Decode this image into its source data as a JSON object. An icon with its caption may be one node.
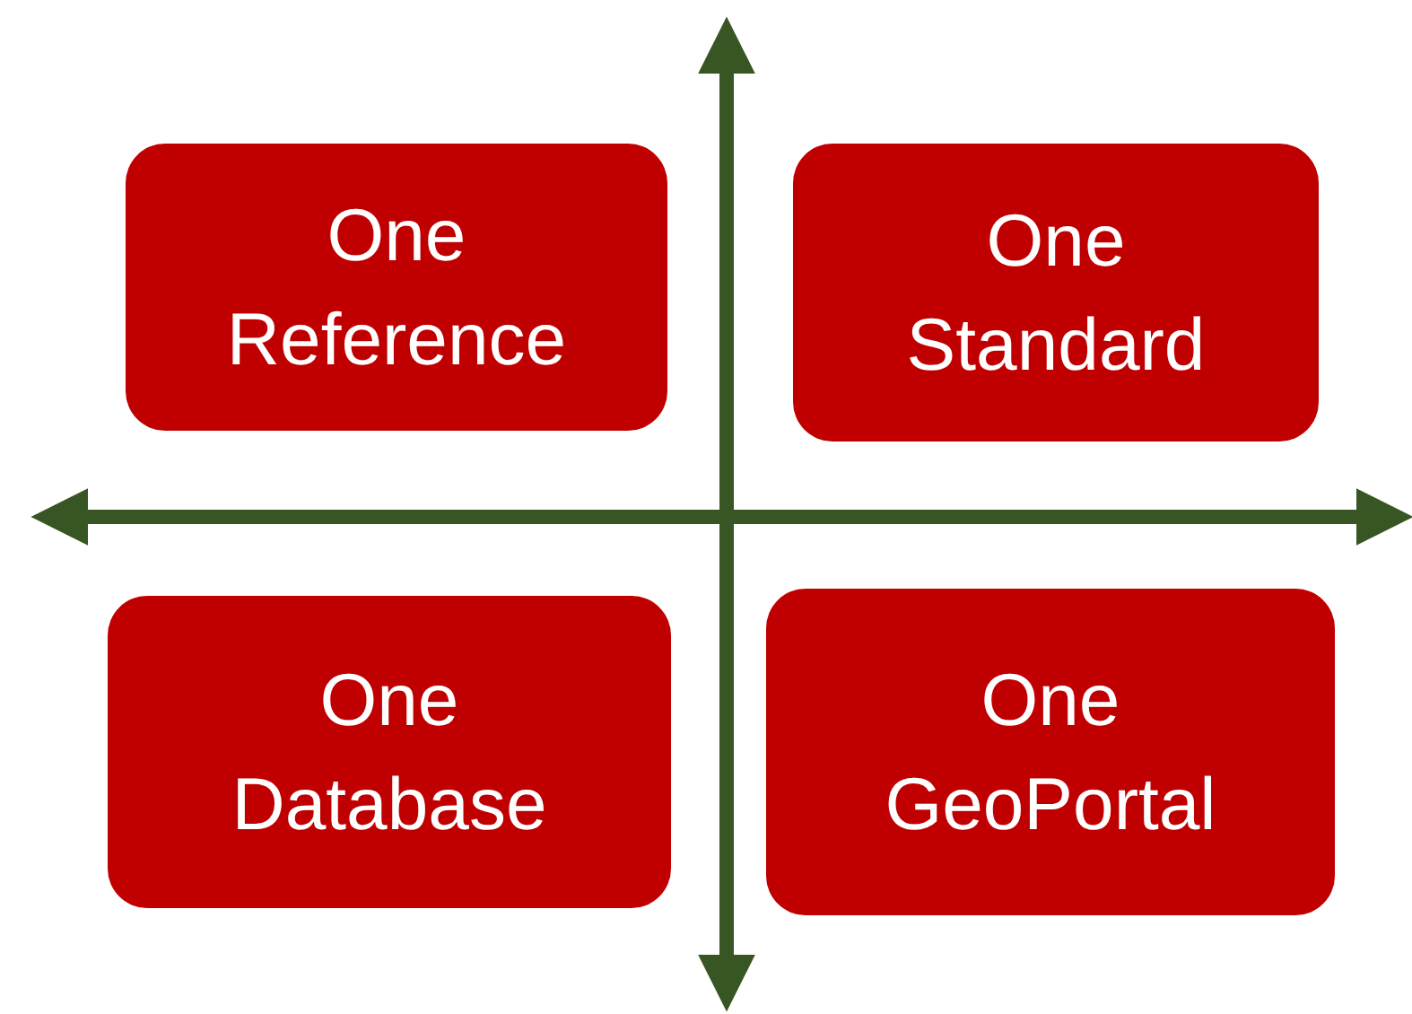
{
  "diagram": {
    "nodes": [
      {
        "text": [
          "One Reference"
        ]
      },
      {
        "text": [
          "One Standard"
        ]
      },
      {
        "text": [
          "One Database"
        ]
      },
      {
        "text": [
          "One GeoPortal"
        ]
      }
    ]
  }
}
